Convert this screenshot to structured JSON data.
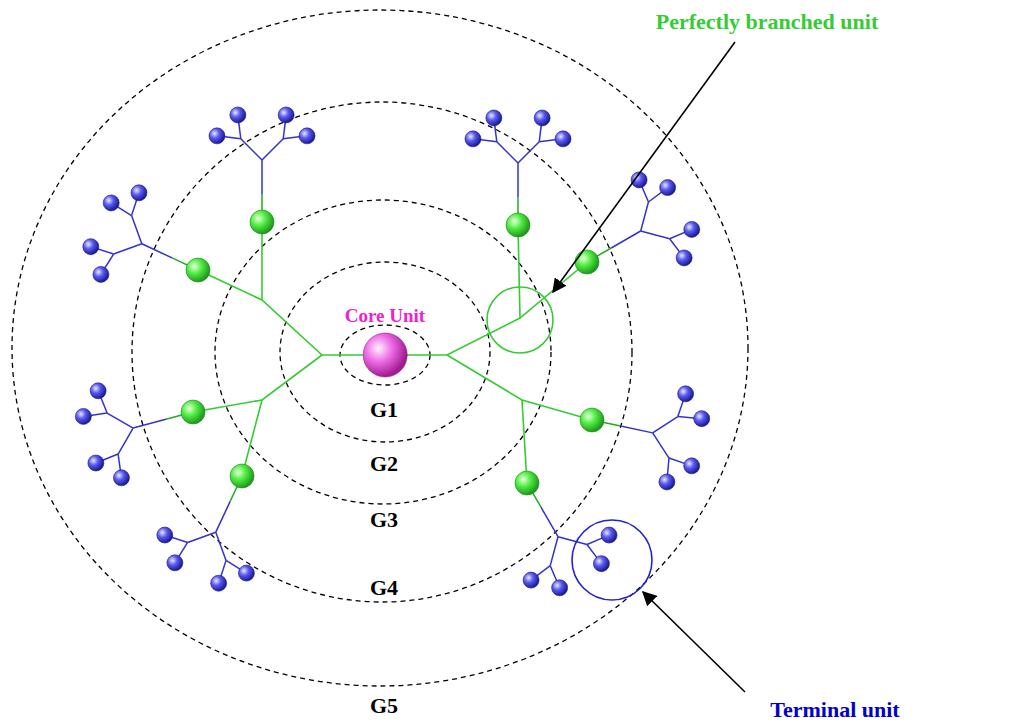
{
  "diagram": {
    "nodes": [
      {
        "text": [
          "Core Unit"
        ]
      }
    ],
    "labels": [
      "Perfectly branched unit",
      "G1",
      "G2",
      "G3",
      "G4",
      "G5",
      "Terminal unit"
    ]
  }
}
